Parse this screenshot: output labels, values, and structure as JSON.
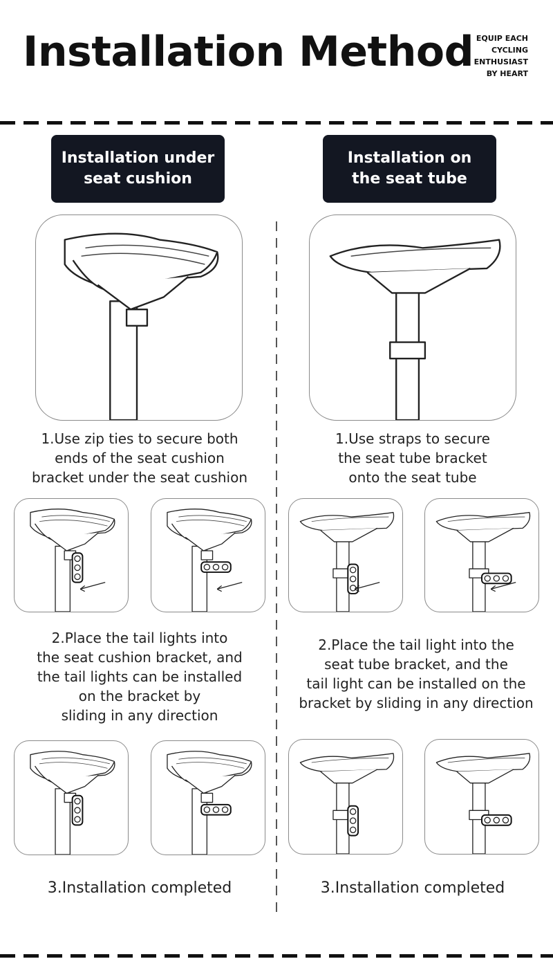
{
  "header": {
    "title": "Installation Method",
    "tagline": [
      "EQUIP EACH",
      "CYCLING",
      "ENTHUSIAST",
      "BY HEART"
    ]
  },
  "left": {
    "badge": [
      "Installation under",
      "seat cushion"
    ],
    "step1": [
      "1.Use zip ties to secure both",
      "ends of the seat cushion",
      "bracket under the seat cushion"
    ],
    "step2": [
      "2.Place the tail lights into",
      "the seat cushion bracket, and",
      "the tail lights can be installed",
      "on the bracket by",
      "sliding in any direction"
    ],
    "step3": [
      "3.Installation completed"
    ]
  },
  "right": {
    "badge": [
      "Installation on",
      "the seat tube"
    ],
    "step1": [
      "1.Use straps to secure",
      "the seat tube bracket",
      "onto the seat tube"
    ],
    "step2": [
      "2.Place the tail light into the",
      "seat tube bracket, and the",
      "tail light can be installed on the",
      "bracket by  sliding in any direction"
    ],
    "step3": [
      "3.Installation completed"
    ]
  },
  "colors": {
    "badge_bg": "#131722",
    "line": "#111111",
    "panel_border": "#8a8a8a"
  }
}
